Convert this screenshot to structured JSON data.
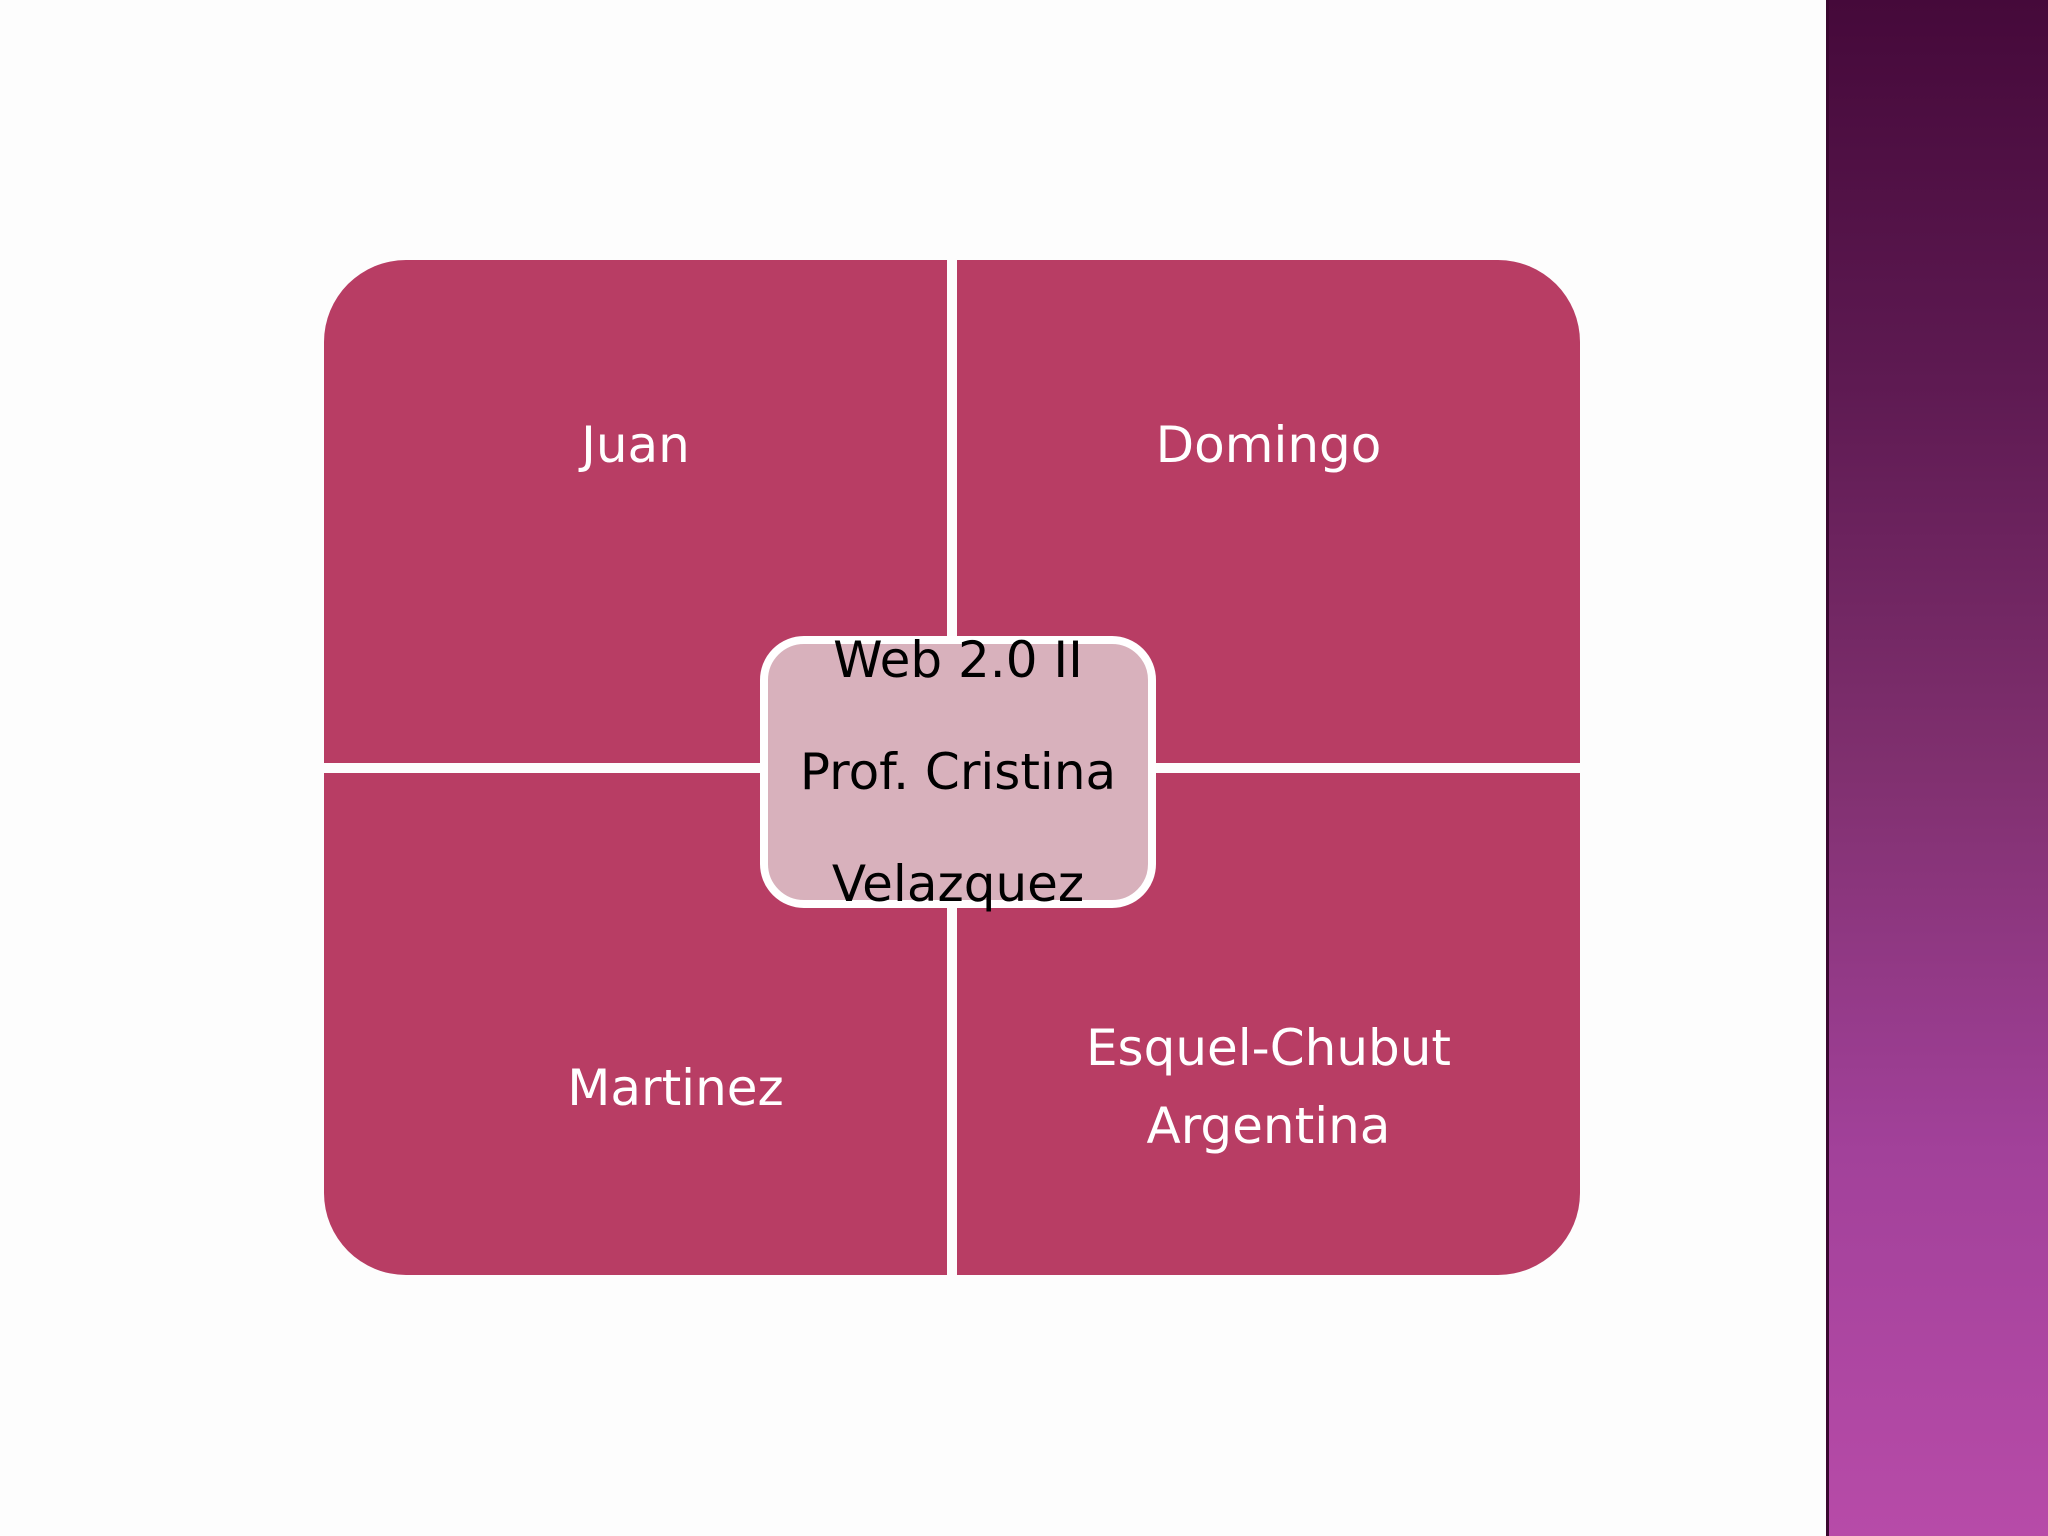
{
  "colors": {
    "background": "#fdfdfd",
    "quadrant_fill": "#b83d64",
    "center_fill": "#d8b1bc",
    "divider": "#ffffff",
    "side_band_top": "#45093a",
    "side_band_bottom": "#b74ba8"
  },
  "diagram": {
    "center": {
      "line1": "Web 2.0 II",
      "line2": "Prof. Cristina",
      "line3": "Velazquez"
    },
    "top_left": "Juan",
    "top_right": "Domingo",
    "bottom_left": "Martinez",
    "bottom_right": {
      "line1": "Esquel-Chubut",
      "line2": "Argentina"
    }
  }
}
